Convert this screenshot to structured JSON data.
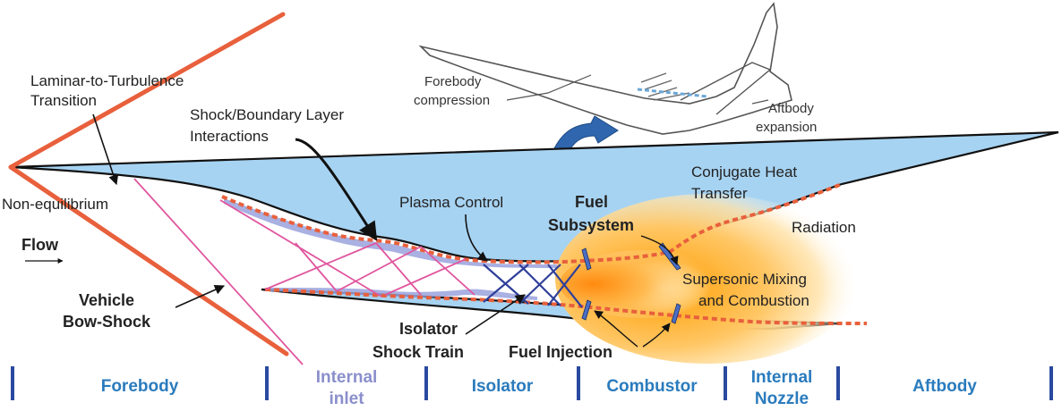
{
  "colors": {
    "vehicle_fill": "#a7d3f2",
    "vehicle_stroke": "#111111",
    "bow_shock": "#e8603c",
    "inlet_shock": "#e0569e",
    "isolator_shock": "#2f3f9a",
    "heat_dash": "#e8603c",
    "boundary_layer": "#9aa2dd",
    "section_blue": "#2a7bbd",
    "section_lavender": "#8a8fcc",
    "section_divider": "#2a4aa0",
    "plume_core": "#ff9d1c",
    "plume_outer": "#ffd88a",
    "injector": "#4a6fc4"
  },
  "labels": {
    "laminar_line1": "Laminar-to-Turbulence",
    "laminar_line2": "Transition",
    "sbli_line1": "Shock/Boundary Layer",
    "sbli_line2": "Interactions",
    "non_equilibrium": "Non-equilibrium",
    "flow": "Flow",
    "bow_shock_line1": "Vehicle",
    "bow_shock_line2": "Bow-Shock",
    "plasma_control": "Plasma Control",
    "fuel_subsystem_line1": "Fuel",
    "fuel_subsystem_line2": "Subsystem",
    "conjugate_line1": "Conjugate Heat",
    "conjugate_line2": "Transfer",
    "radiation": "Radiation",
    "mixing_line1": "Supersonic Mixing",
    "mixing_line2": "and Combustion",
    "isolator_line1": "Isolator",
    "isolator_line2": "Shock Train",
    "fuel_injection": "Fuel Injection"
  },
  "inset": {
    "forebody_line1": "Forebody",
    "forebody_line2": "compression",
    "aftbody_line1": "Aftbody",
    "aftbody_line2": "expansion"
  },
  "sections": [
    {
      "line1": "Forebody",
      "line2": "",
      "color": "section_blue"
    },
    {
      "line1": "Internal",
      "line2": "inlet",
      "color": "section_lavender"
    },
    {
      "line1": "Isolator",
      "line2": "",
      "color": "section_blue"
    },
    {
      "line1": "Combustor",
      "line2": "",
      "color": "section_blue"
    },
    {
      "line1": "Internal",
      "line2": "Nozzle",
      "color": "section_blue"
    },
    {
      "line1": "Aftbody",
      "line2": "",
      "color": "section_blue"
    }
  ]
}
